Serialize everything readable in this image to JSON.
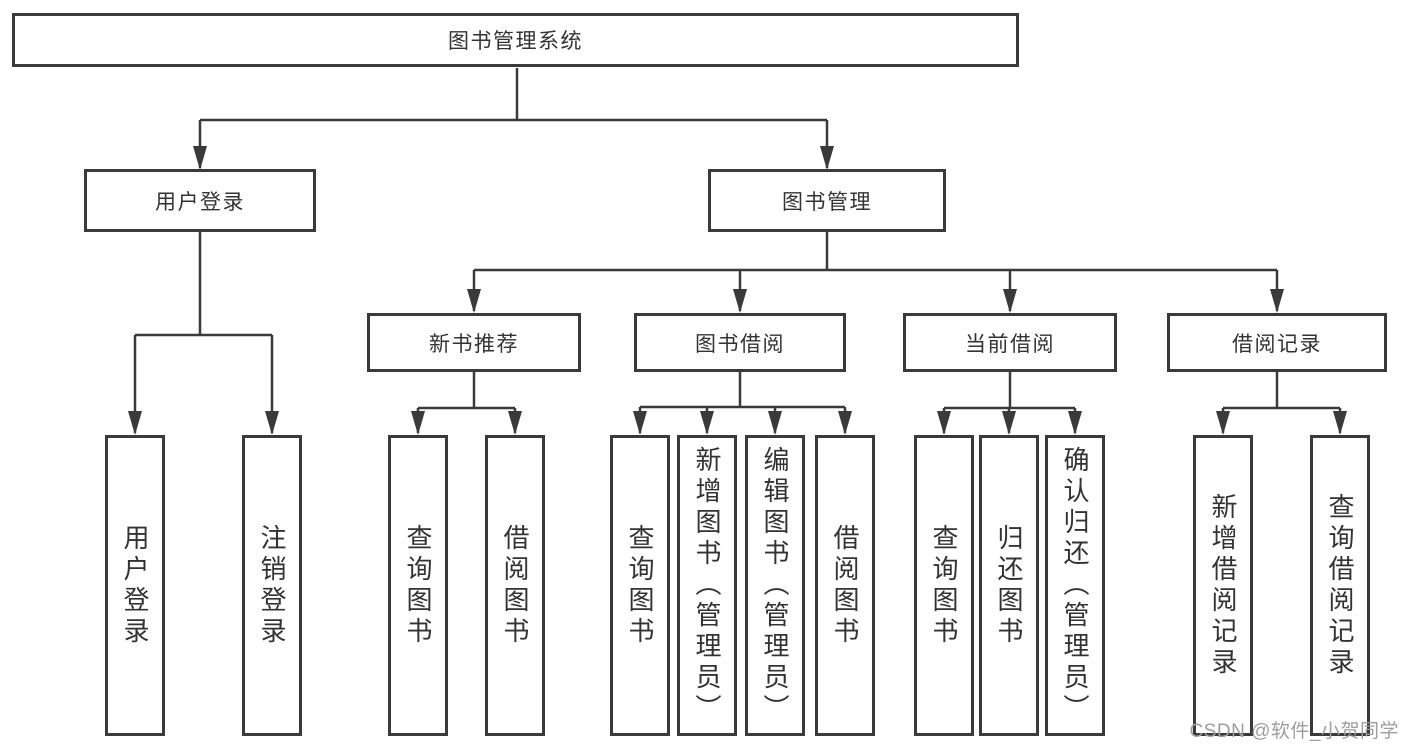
{
  "diagram": {
    "root": {
      "label": "图书管理系统"
    },
    "branches": [
      {
        "label": "用户登录",
        "leaves": [
          "用户登录",
          "注销登录"
        ]
      },
      {
        "label": "图书管理",
        "groups": [
          {
            "label": "新书推荐",
            "leaves": [
              "查询图书",
              "借阅图书"
            ]
          },
          {
            "label": "图书借阅",
            "leaves": [
              "查询图书",
              "新增图书（管理员）",
              "编辑图书（管理员）",
              "借阅图书"
            ]
          },
          {
            "label": "当前借阅",
            "leaves": [
              "查询图书",
              "归还图书",
              "确认归还（管理员）"
            ]
          },
          {
            "label": "借阅记录",
            "leaves": [
              "新增借阅记录",
              "查询借阅记录"
            ]
          }
        ]
      }
    ],
    "watermark": "CSDN @软件_小贺同学",
    "colors": {
      "line": "#3a3a3a",
      "text": "#333333",
      "watermark": "#9e9e9e",
      "background": "#ffffff"
    }
  }
}
